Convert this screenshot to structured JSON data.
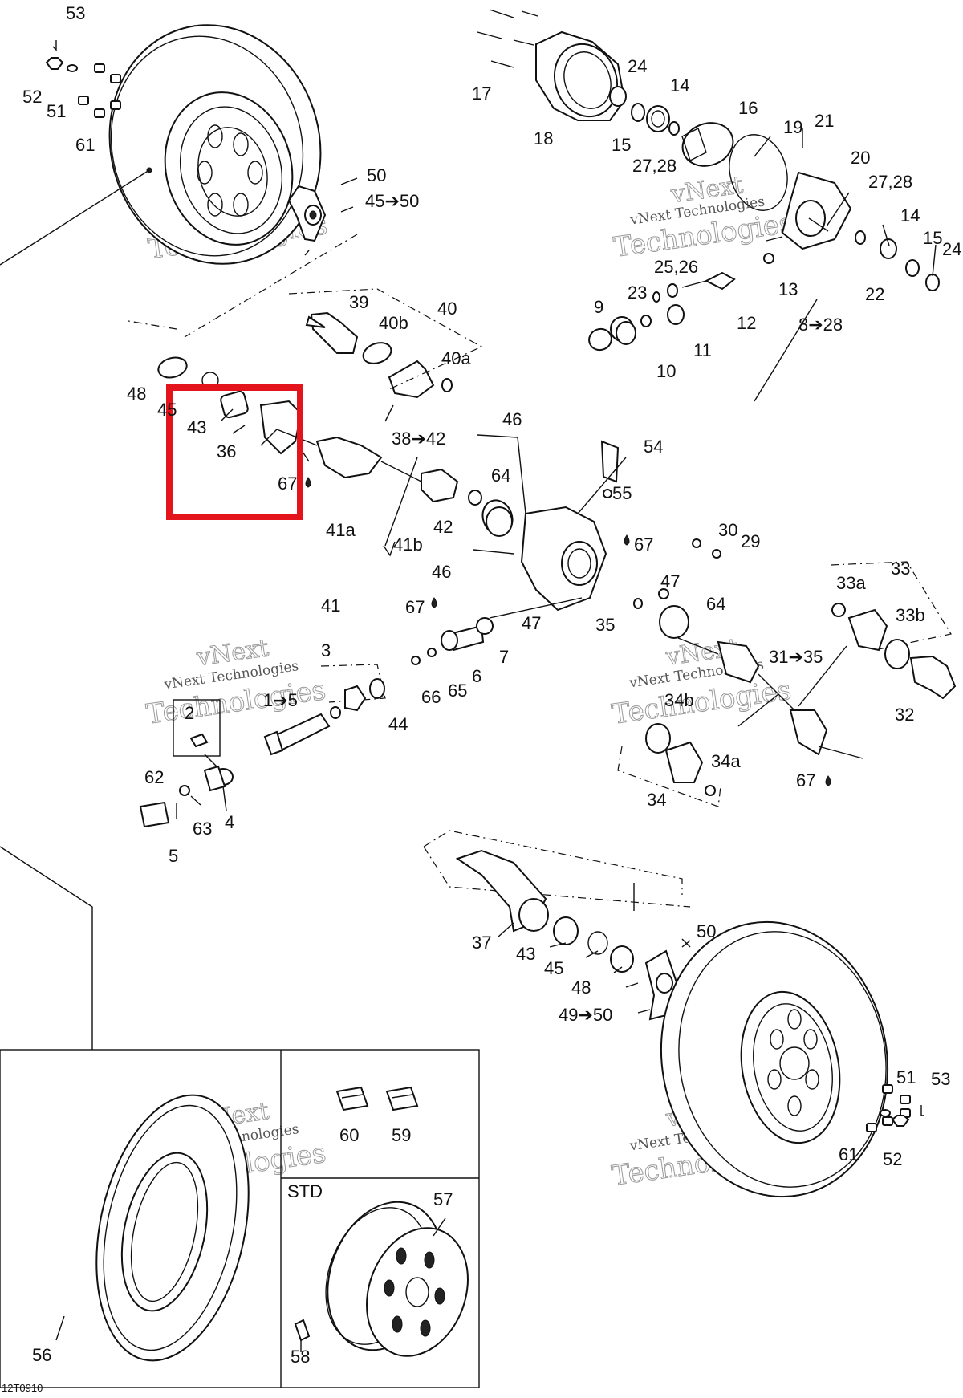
{
  "diagram_code": "12T0910",
  "section_label": "STD",
  "watermark": {
    "line1": "vNext",
    "line2": "vNext Technologies",
    "line3": "Technologies"
  },
  "highlight_color": "#e3141b",
  "labels": {
    "l53a": "53",
    "l52a": "52",
    "l51a": "51",
    "l61a": "61",
    "l50a": "50",
    "l45a": "45➔50",
    "l17": "17",
    "l18": "18",
    "l24a": "24",
    "l14a": "14",
    "l15a": "15",
    "l2728a": "27,28",
    "l16": "16",
    "l19": "19",
    "l21": "21",
    "l20": "20",
    "l2728b": "27,28",
    "l14b": "14",
    "l15b": "15",
    "l24b": "24",
    "l2526": "25,26",
    "l23": "23",
    "l9": "9",
    "l10": "10",
    "l11": "11",
    "l12": "12",
    "l13": "13",
    "l22": "22",
    "l828": "8➔28",
    "l39": "39",
    "l40b": "40b",
    "l40": "40",
    "l40a": "40a",
    "l48a": "48",
    "l45b": "45",
    "l43a": "43",
    "l36": "36",
    "l67a": "67",
    "l3842": "38➔42",
    "l46a": "46",
    "l54": "54",
    "l64a": "64",
    "l55": "55",
    "l42": "42",
    "l41a": "41a",
    "l41b": "41b",
    "l41": "41",
    "l46b": "46",
    "l67b": "67",
    "l30": "30",
    "l29": "29",
    "l47a": "47",
    "l47b": "47",
    "l35": "35",
    "l64b": "64",
    "l67c": "67",
    "l33": "33",
    "l33a": "33a",
    "l33b": "33b",
    "l32": "32",
    "l3135": "31➔35",
    "l3": "3",
    "l15": "1➔5",
    "l44": "44",
    "l66": "66",
    "l65": "65",
    "l6": "6",
    "l7": "7",
    "l2": "2",
    "l62": "62",
    "l63": "63",
    "l4": "4",
    "l5": "5",
    "l34b": "34b",
    "l34a": "34a",
    "l34": "34",
    "l67d": "67",
    "l37": "37",
    "l43b": "43",
    "l45c": "45",
    "l48b": "48",
    "l50b": "50",
    "l4950": "49➔50",
    "l51b": "51",
    "l53b": "53",
    "l61b": "61",
    "l52b": "52",
    "l60": "60",
    "l59": "59",
    "l57": "57",
    "l56": "56",
    "l58": "58"
  }
}
